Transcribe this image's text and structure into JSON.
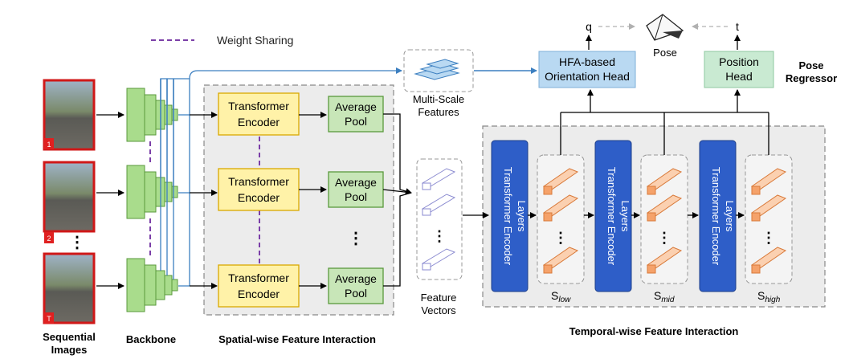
{
  "legend": {
    "weight_sharing": "Weight Sharing"
  },
  "labels": {
    "sequential_images": [
      "Sequential",
      "Images"
    ],
    "backbone": "Backbone",
    "spatial": "Spatial-wise Feature Interaction",
    "temporal": "Temporal-wise Feature Interaction",
    "multiscale": [
      "Multi-Scale",
      "Features"
    ],
    "feature_vectors": [
      "Feature",
      "Vectors"
    ],
    "pose": "Pose",
    "q": "q",
    "t": "t",
    "pose_regressor": [
      "Pose",
      "Regressor"
    ],
    "s_low": {
      "main": "S",
      "sub": "low"
    },
    "s_mid": {
      "main": "S",
      "sub": "mid"
    },
    "s_high": {
      "main": "S",
      "sub": "high"
    },
    "ellipsis": "⋮"
  },
  "images": {
    "badges": [
      "1",
      "2",
      "T"
    ]
  },
  "transformer_encoder": [
    "Transformer",
    "Encoder"
  ],
  "average_pool": [
    "Average",
    "Pool"
  ],
  "transformer_layers": [
    "Transformer Encoder",
    "Layers"
  ],
  "heads": {
    "orientation": [
      "HFA-based",
      "Orientation Head"
    ],
    "position": [
      "Position",
      "Head"
    ]
  },
  "colors": {
    "encoder_fill": "#fff2a8",
    "encoder_stroke": "#d9a900",
    "pool_fill": "#c8e6b8",
    "pool_stroke": "#5a9a3c",
    "backbone_fill": "#a9dc8c",
    "layers_fill": "#2e5ec8",
    "orientation_fill": "#b9d9f2",
    "position_fill": "#c9ead2",
    "panel_fill": "#ececec",
    "weight_sharing": "#7b3fa8",
    "arrow_blue": "#3c7fc0",
    "badge_red": "#e02020",
    "token_orange": "#f5a26a"
  }
}
